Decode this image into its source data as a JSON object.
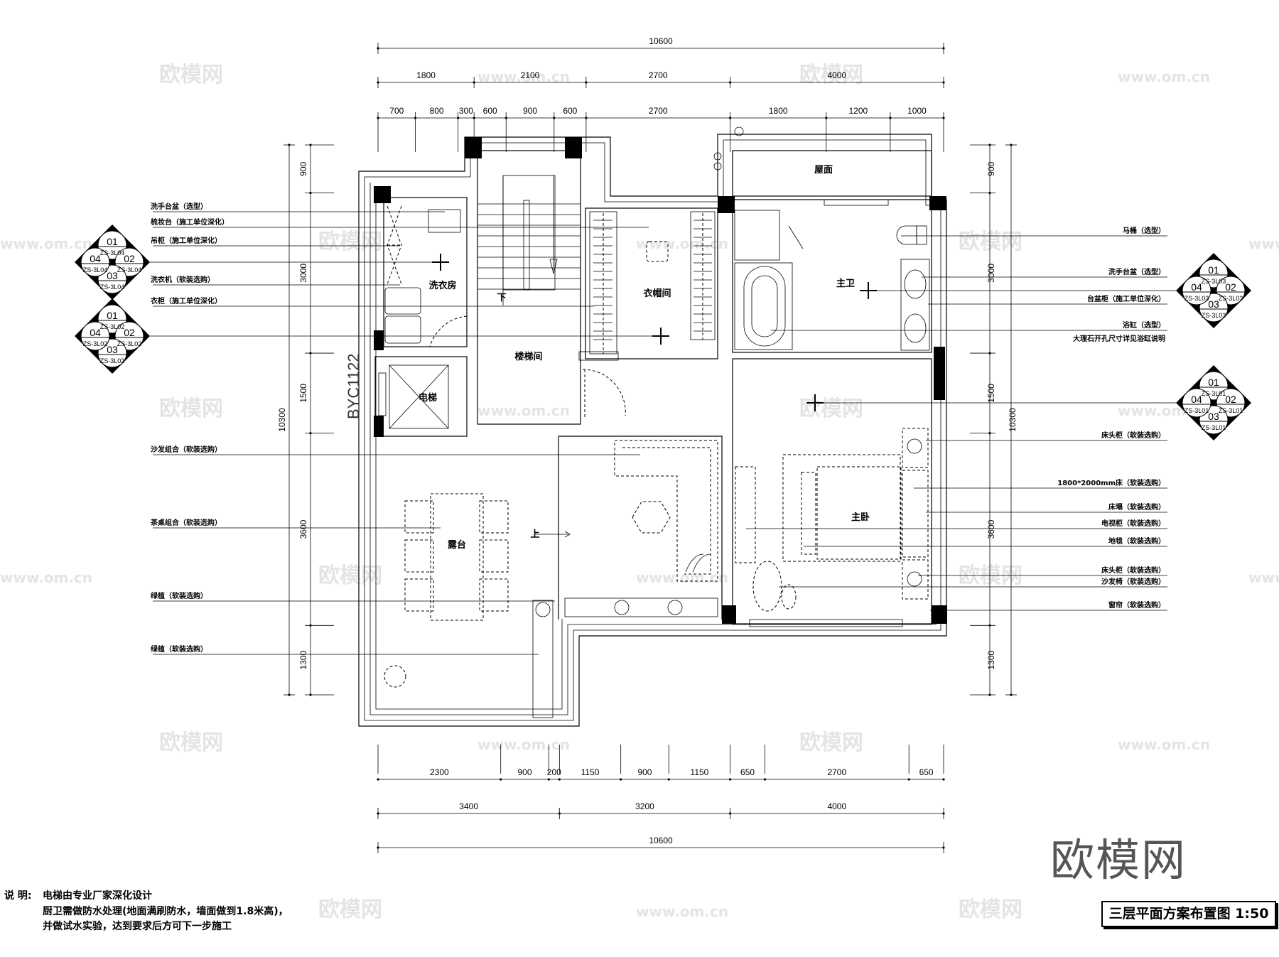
{
  "title": "三层平面方案布置图 1:50",
  "dimensions": {
    "top": {
      "overall": [
        10600
      ],
      "mid": [
        1800,
        2100,
        2700,
        4000
      ],
      "detail": [
        700,
        800,
        300,
        600,
        900,
        600,
        2700,
        1800,
        1200,
        1000
      ]
    },
    "bottom": {
      "detail": [
        2300,
        900,
        200,
        1150,
        900,
        1150,
        650,
        2700,
        650
      ],
      "mid": [
        3400,
        3200,
        4000
      ],
      "overall": [
        10600
      ]
    },
    "left": {
      "detail": [
        900,
        3000,
        1500,
        3600,
        1300
      ],
      "overall": [
        10300
      ]
    },
    "right": {
      "detail": [
        900,
        3000,
        1500,
        3600,
        1300
      ],
      "overall": [
        10300
      ]
    }
  },
  "rooms": {
    "laundry": "洗衣房",
    "stairwell": "楼梯间",
    "elevator": "电梯",
    "closet": "衣帽间",
    "roof": "屋面",
    "master_bath": "主卫",
    "master_bedroom": "主卧",
    "terrace": "露台"
  },
  "stair_labels": {
    "down": "下",
    "up": "上"
  },
  "window_tag": "BYC1122",
  "left_callouts": [
    "洗手台盆（选型）",
    "梳妆台（施工单位深化）",
    "吊柜（施工单位深化）",
    "洗衣机（软装选购）",
    "衣柜（施工单位深化）",
    "沙发组合（软装选购）",
    "茶桌组合（软装选购）",
    "绿植（软装选购）",
    "绿植（软装选购）"
  ],
  "right_callouts": [
    "马桶（选型）",
    "洗手台盆（选型）",
    "台盆柜（施工单位深化）",
    "浴缸（选型）",
    "床头柜（软装选购）",
    "1800*2000mm床（软装选购）",
    "床塌（软装选购）",
    "电视柜（软装选购）",
    "地毯（软装选购）",
    "床头柜（软装选购）",
    "沙发椅（软装选购）",
    "窗帘（软装选购）"
  ],
  "bathtub_note": "大理石开孔尺寸详见浴缸说明",
  "index_symbols": [
    {
      "sheet": "ZS-3L04",
      "numbers": [
        "01",
        "02",
        "03",
        "04"
      ]
    },
    {
      "sheet": "ZS-3L02",
      "numbers": [
        "01",
        "02",
        "03",
        "04"
      ]
    },
    {
      "sheet": "ZS-3L03",
      "numbers": [
        "01",
        "02",
        "03",
        "04"
      ]
    },
    {
      "sheet": "ZS-3L01",
      "numbers": [
        "01",
        "02",
        "03",
        "04"
      ]
    }
  ],
  "notes": {
    "label": "说 明:",
    "lines": [
      "电梯由专业厂家深化设计",
      "厨卫需做防水处理(地面满刷防水，墙面做到1.8米高)，",
      "并做试水实验，达到要求后方可下一步施工"
    ]
  },
  "watermarks": {
    "logo": "欧模网",
    "url": "www.om.cn"
  }
}
